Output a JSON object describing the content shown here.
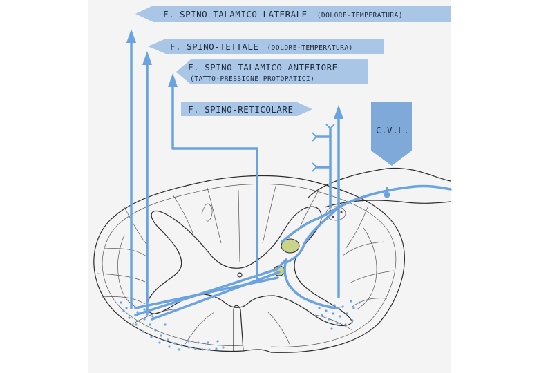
{
  "colors": {
    "tract": "#6aa3df",
    "arrow_fill": "#a9c6e6",
    "arrow_fill_dark": "#7fa9d8",
    "background_panel": "#f3f3f3",
    "ink": "#2b2b2b",
    "dots": "#6aa3df",
    "ganglion_red": "#8b2a2a"
  },
  "labels": {
    "tract1_name": "F. SPINO-TALAMICO LATERALE",
    "tract1_note": "(DOLORE-TEMPERATURA)",
    "tract2_name": "F. SPINO-TETTALE",
    "tract2_note": "(DOLORE-TEMPERATURA)",
    "tract3_name": "F. SPINO-TALAMICO ANTERIORE",
    "tract3_note": "(TATTO-PRESSIONE PROTOPATICI)",
    "tract4_name": "F. SPINO-RETICOLARE",
    "cvl": "C.V.L."
  }
}
